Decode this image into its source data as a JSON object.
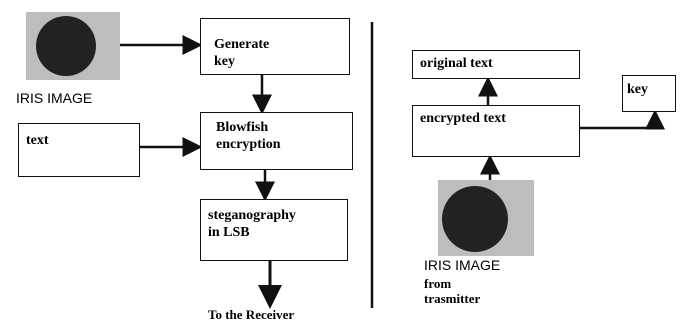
{
  "sender": {
    "iris_caption": "IRIS IMAGE",
    "generate_key": "Generate\nkey",
    "text": "text",
    "blowfish": "Blowfish\nencryption",
    "stego": "steganography\nin LSB",
    "receiver": "To the Receiver"
  },
  "receiver": {
    "original_text": "original text",
    "encrypted_text": "encrypted text",
    "key": "key",
    "iris_caption": "IRIS IMAGE",
    "from_transmitter": "from\ntrasmitter"
  }
}
